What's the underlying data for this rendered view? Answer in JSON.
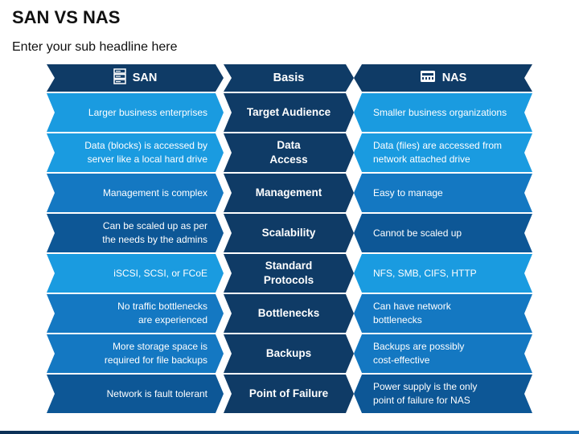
{
  "title": "SAN VS NAS",
  "subtitle": "Enter your sub headline here",
  "header": {
    "left": {
      "label": "SAN",
      "icon": "server-rack-icon"
    },
    "mid": {
      "label": "Basis"
    },
    "right": {
      "label": "NAS",
      "icon": "nas-storage-icon"
    }
  },
  "rows": [
    {
      "left": "Larger business enterprises",
      "mid": "Target Audience",
      "right": "Smaller business organizations",
      "shade": "light"
    },
    {
      "left": "Data (blocks) is accessed by\nserver like a local hard drive",
      "mid": "Data\nAccess",
      "right": "Data (files) are accessed from\nnetwork attached drive",
      "shade": "light"
    },
    {
      "left": "Management is complex",
      "mid": "Management",
      "right": "Easy to manage",
      "shade": "medium"
    },
    {
      "left": "Can be scaled up as per\nthe needs by the admins",
      "mid": "Scalability",
      "right": "Cannot be scaled up",
      "shade": "dark"
    },
    {
      "left": "iSCSI, SCSI, or FCoE",
      "mid": "Standard\nProtocols",
      "right": "NFS, SMB, CIFS, HTTP",
      "shade": "light"
    },
    {
      "left": "No traffic bottlenecks\nare experienced",
      "mid": "Bottlenecks",
      "right": "Can have network\nbottlenecks",
      "shade": "medium"
    },
    {
      "left": "More storage space is\nrequired for file backups",
      "mid": "Backups",
      "right": "Backups are possibly\ncost-effective",
      "shade": "medium"
    },
    {
      "left": "Network is fault tolerant",
      "mid": "Point of Failure",
      "right": "Power supply is the only\npoint of failure for NAS",
      "shade": "dark"
    }
  ],
  "colors": {
    "header": "#0f3b66",
    "mid_column": "#0f3b66",
    "light": "#1a9be0",
    "medium": "#1478c2",
    "dark": "#0d5796"
  }
}
